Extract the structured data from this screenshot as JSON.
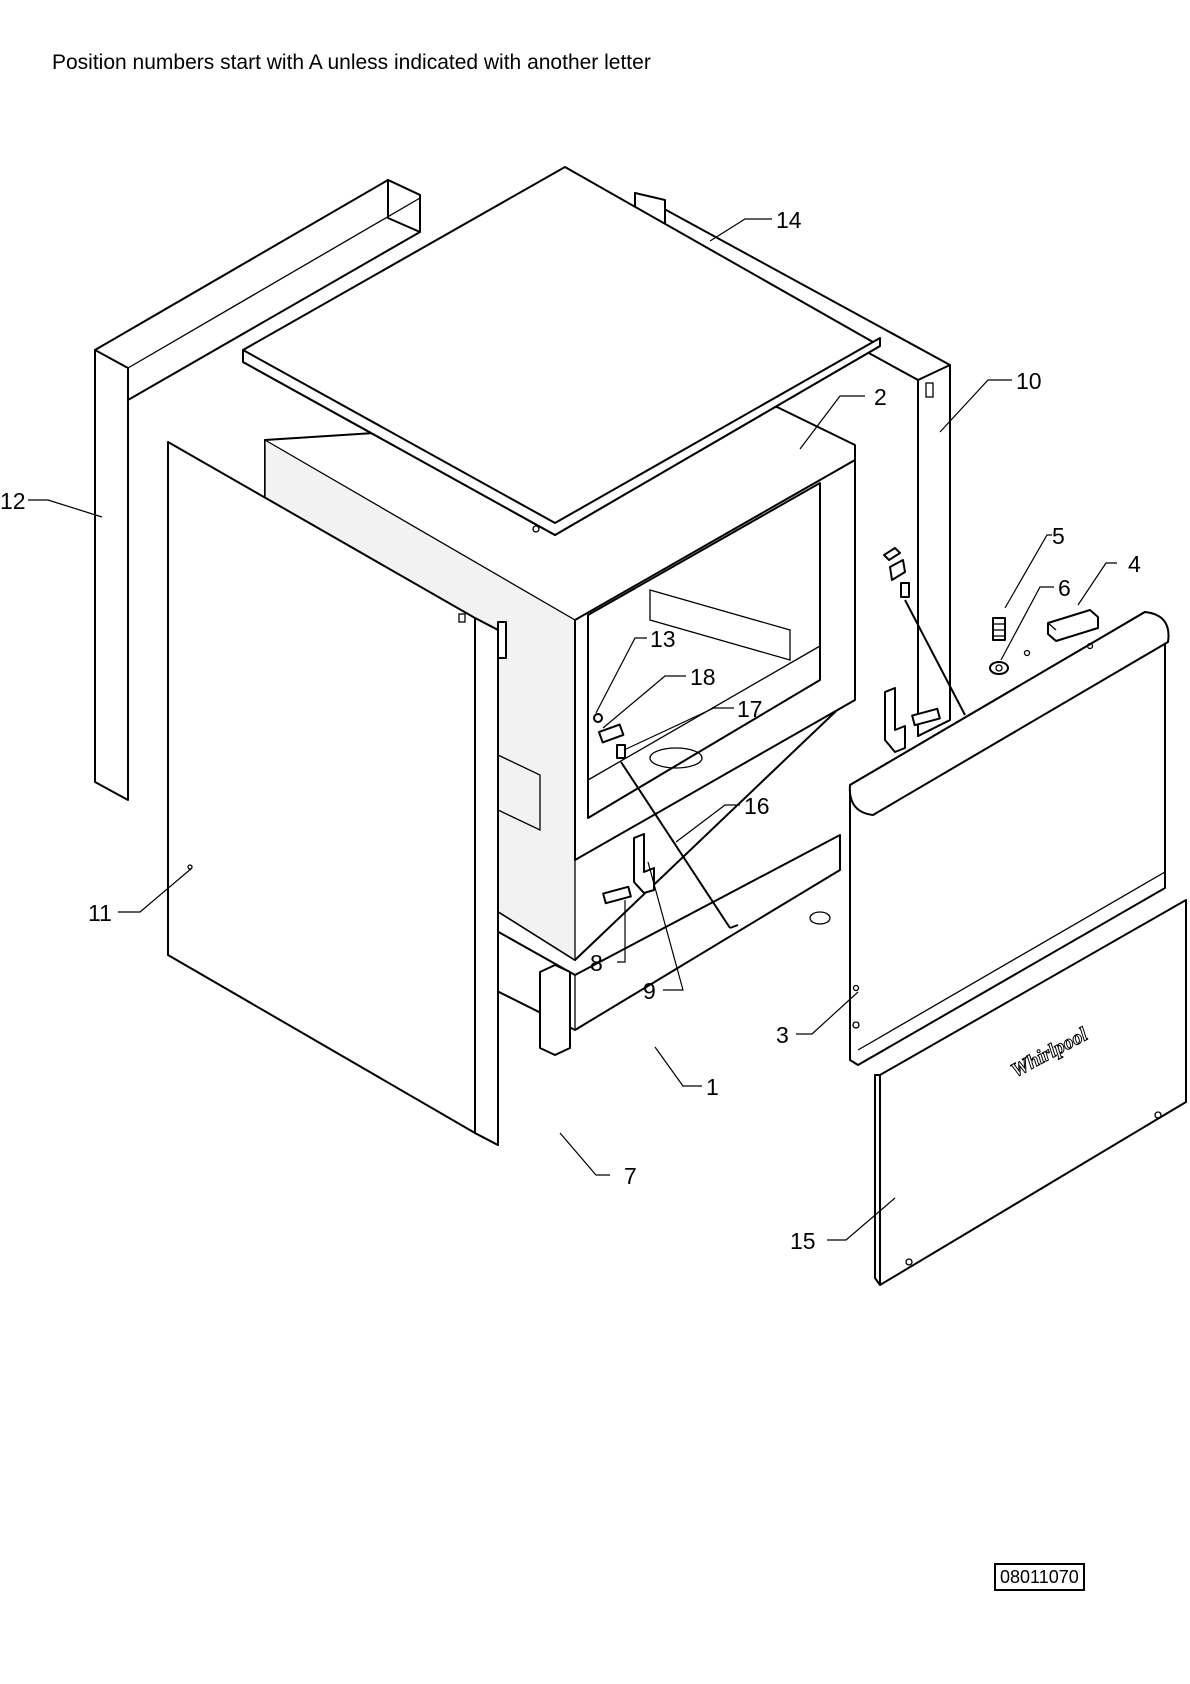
{
  "header": {
    "note": "Position numbers start with A unless indicated with another letter"
  },
  "diagram": {
    "labels": {
      "p1": "1",
      "p2": "2",
      "p3": "3",
      "p4": "4",
      "p5": "5",
      "p6": "6",
      "p7": "7",
      "p8": "8",
      "p9": "9",
      "p10": "10",
      "p11": "11",
      "p12": "12",
      "p13": "13",
      "p14": "14",
      "p15": "15",
      "p16": "16",
      "p17": "17",
      "p18": "18"
    },
    "brand_logo": "Whirlpool"
  },
  "footer": {
    "drawing_number": "08011070"
  }
}
